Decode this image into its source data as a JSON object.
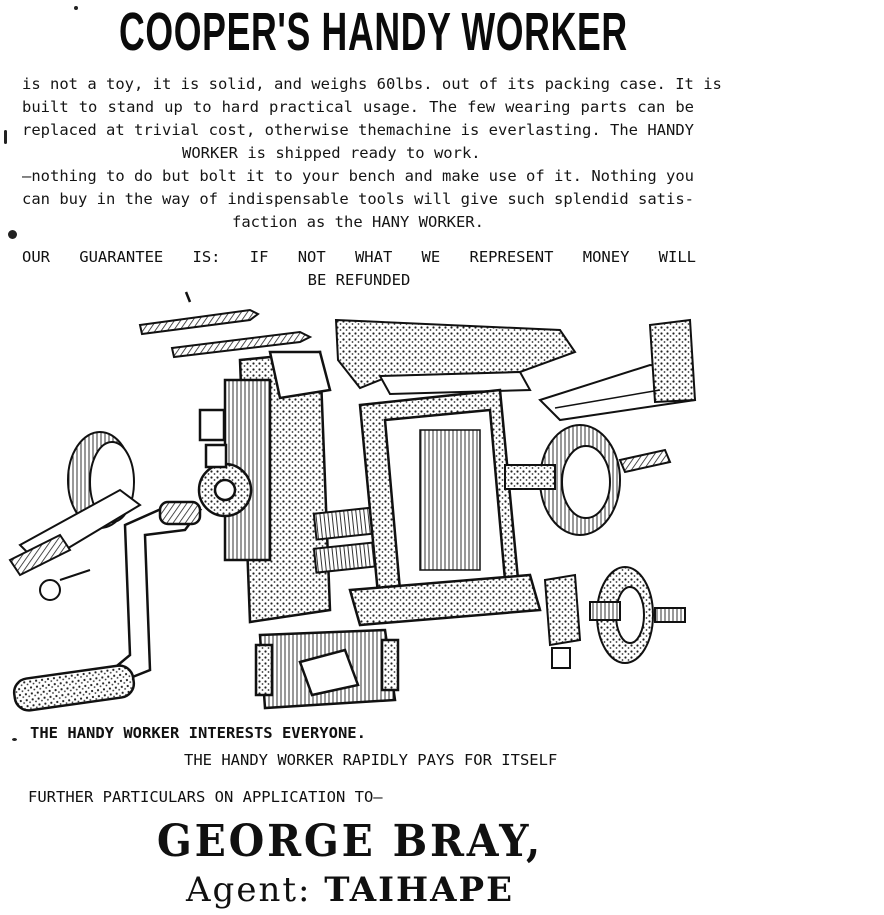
{
  "advert": {
    "headline": "COOPER'S HANDY WORKER",
    "paragraph1": [
      "is not a toy, it is solid, and weighs 60lbs. out of its packing case. It is",
      "built to stand up to hard practical usage. The few wearing parts can be",
      "replaced at trivial cost, otherwise themachine is everlasting. The HANDY",
      "WORKER is shipped ready to work.",
      "—nothing to do but bolt it to your bench and make use of it. Nothing you",
      "can buy in the way of indispensable tools will give such splendid satis-",
      "faction as the HANY WORKER."
    ],
    "guarantee": [
      "OUR GUARANTEE IS: IF NOT WHAT WE REPRESENT MONEY WILL",
      "BE REFUNDED"
    ],
    "slogan1": "THE HANDY WORKER INTERESTS EVERYONE.",
    "slogan2": "THE HANDY WORKER RAPIDLY PAYS FOR ITSELF",
    "further": "FURTHER PARTICULARS ON APPLICATION TO—",
    "agent_name": "GEORGE BRAY,",
    "agent_label": "Agent:",
    "agent_place": "TAIHAPE"
  }
}
